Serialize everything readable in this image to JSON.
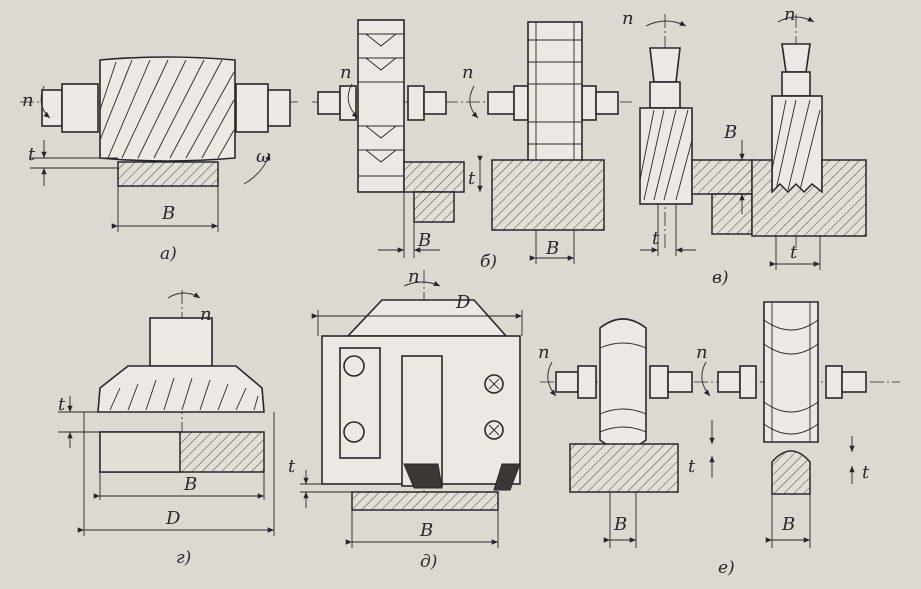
{
  "figures": {
    "a": {
      "caption": "а)",
      "labels": {
        "n": "n",
        "t": "t",
        "omega": "ω",
        "B": "B"
      }
    },
    "b": {
      "caption": "б)",
      "labels": {
        "n1": "n",
        "n2": "n",
        "t": "t",
        "B1": "B",
        "B2": "B"
      }
    },
    "v": {
      "caption": "в)",
      "labels": {
        "n1": "n",
        "n2": "n",
        "B": "B",
        "t1": "t",
        "t2": "t"
      }
    },
    "g": {
      "caption": "г)",
      "labels": {
        "n": "n",
        "t": "t",
        "B": "B",
        "D": "D"
      }
    },
    "d": {
      "caption": "д)",
      "labels": {
        "n": "n",
        "D": "D",
        "t": "t",
        "B": "B"
      }
    },
    "e": {
      "caption": "е)",
      "labels": {
        "n1": "n",
        "n2": "n",
        "t1": "t",
        "t2": "t",
        "B1": "B",
        "B2": "B"
      }
    }
  }
}
